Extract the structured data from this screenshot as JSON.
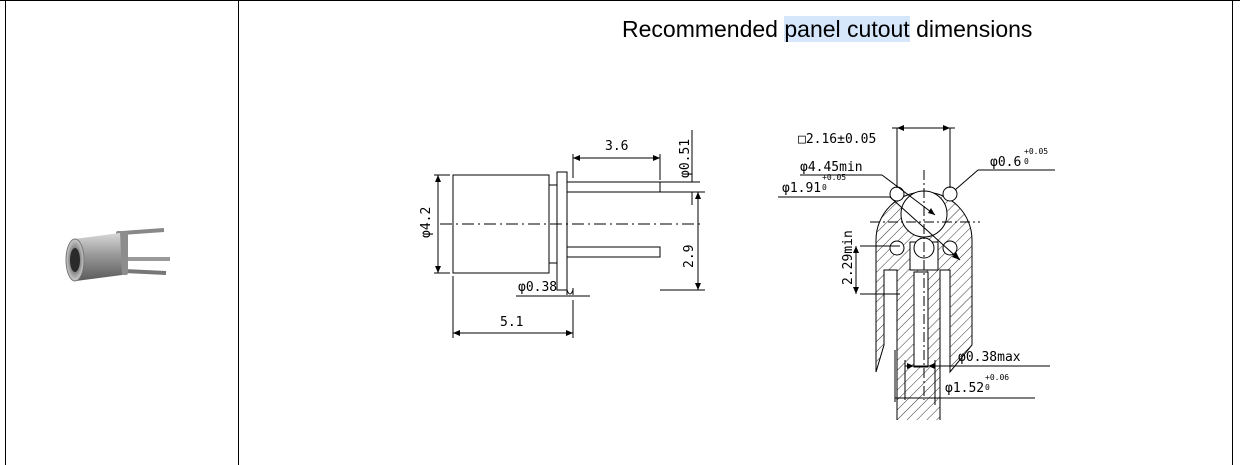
{
  "title": {
    "before": "Recommended ",
    "highlight": "panel cutout",
    "after": " dimensions",
    "highlight_color": "#d6e6fb"
  },
  "side_drawing": {
    "dim_length_top": "3.6",
    "dim_pin_dia": "φ0.51",
    "dim_body_dia": "φ4.2",
    "dim_pin_spacing": "2.9",
    "dim_lead_dia": "φ0.38",
    "dim_overall_length": "5.1"
  },
  "cutout_drawing": {
    "dim_square": "□2.16±0.05",
    "dim_outer_dia": "φ4.45min",
    "dim_hole_small": "φ0.6",
    "dim_hole_small_tol": "+0.05",
    "dim_hole_small_tol_lower": "0",
    "dim_center_hole": "φ1.91",
    "dim_center_hole_tol": "+0.05",
    "dim_center_hole_tol_lower": "0",
    "dim_slot_height": "2.29min",
    "dim_slot_width": "φ0.38max",
    "dim_slot_outer": "φ1.52",
    "dim_slot_outer_tol": "+0.06",
    "dim_slot_outer_tol_lower": "0"
  }
}
